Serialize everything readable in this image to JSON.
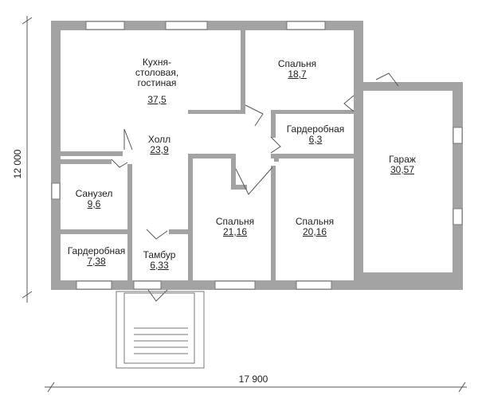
{
  "dimensions": {
    "width": "17 900",
    "height": "12 000"
  },
  "rooms": [
    {
      "id": "kitchen",
      "name_lines": [
        "Кухня-",
        "столовая,",
        "гостиная"
      ],
      "area": "37,5"
    },
    {
      "id": "bedroom-top",
      "name_lines": [
        "Спальня"
      ],
      "area": "18,7"
    },
    {
      "id": "wardrobe-right",
      "name_lines": [
        "Гардеробная"
      ],
      "area": "6,3"
    },
    {
      "id": "hall",
      "name_lines": [
        "Холл"
      ],
      "area": "23,9"
    },
    {
      "id": "garage",
      "name_lines": [
        "Гараж"
      ],
      "area": "30,57"
    },
    {
      "id": "bathroom",
      "name_lines": [
        "Санузел"
      ],
      "area": "9,6"
    },
    {
      "id": "bedroom-mid",
      "name_lines": [
        "Спальня"
      ],
      "area": "21,16"
    },
    {
      "id": "bedroom-right",
      "name_lines": [
        "Спальня"
      ],
      "area": "20,16"
    },
    {
      "id": "wardrobe-left",
      "name_lines": [
        "Гардеробная"
      ],
      "area": "7,38"
    },
    {
      "id": "vestibule",
      "name_lines": [
        "Тамбур"
      ],
      "area": "6,33"
    }
  ],
  "colors": {
    "wall": "#a3a3a3",
    "line": "#555555",
    "window": "#dcdcdc",
    "background": "#ffffff"
  }
}
